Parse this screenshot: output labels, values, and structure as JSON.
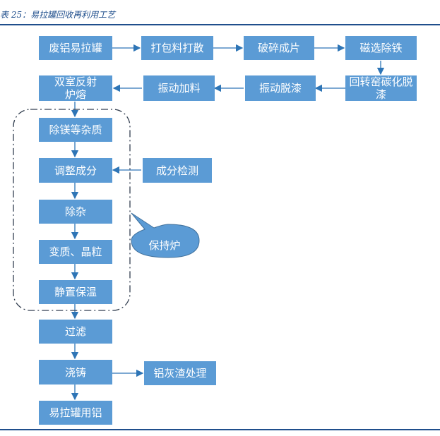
{
  "caption": "表 25：易拉罐回收再利用工艺",
  "nodes": {
    "n1": "废铝易拉罐",
    "n2": "打包料打散",
    "n3": "破碎成片",
    "n4": "磁选除铁",
    "n5": "回转窑碳化脱漆",
    "n6": "振动脱漆",
    "n7": "振动加料",
    "n8": "双室反射炉熔",
    "n9": "除镁等杂质",
    "n10": "调整成分",
    "n11": "成分检测",
    "n12": "除杂",
    "n13": "变质、晶粒",
    "n14": "静置保温",
    "n15": "过滤",
    "n16": "浇铸",
    "n17": "铝灰渣处理",
    "n18": "易拉罐用铝"
  },
  "callout": "保持炉",
  "colors": {
    "box": "#5b9bd5",
    "accent": "#1f4e8c"
  }
}
